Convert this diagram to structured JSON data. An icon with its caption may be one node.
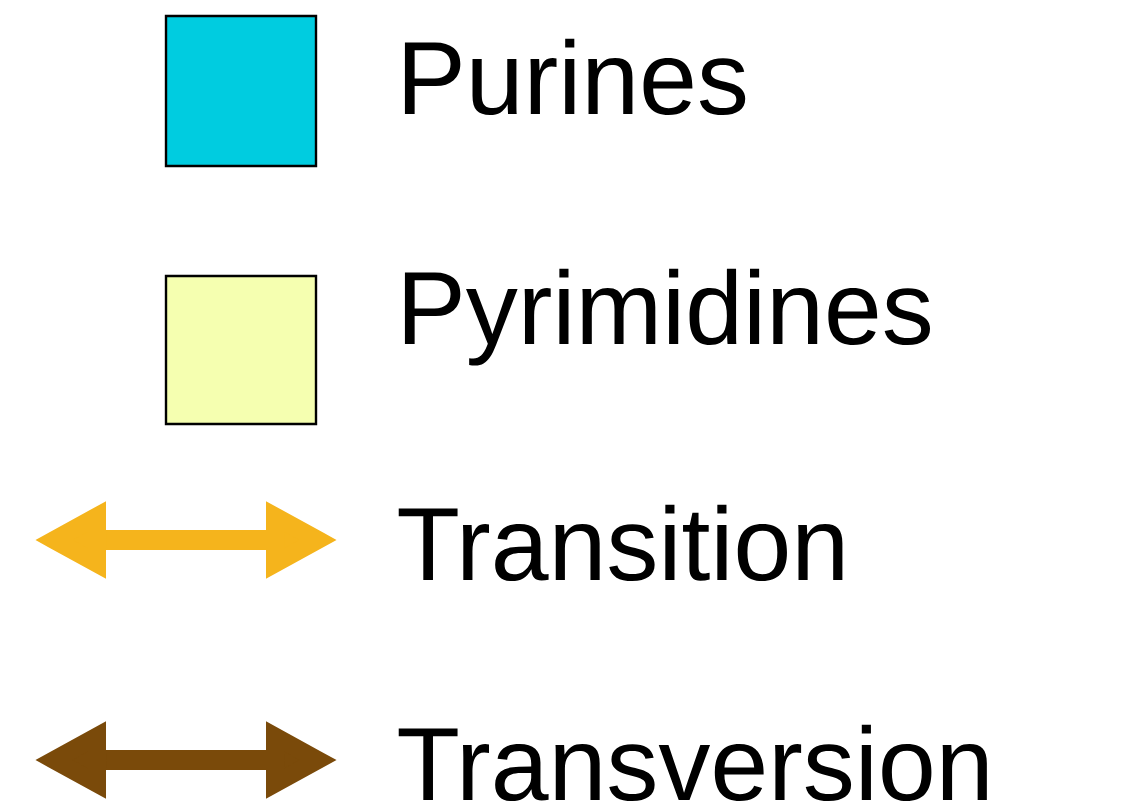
{
  "diagram": {
    "legend": [
      {
        "text": "Purines",
        "color": "#00cce0"
      },
      {
        "text": "Pyrimidines",
        "color": "#f5ffb0"
      },
      {
        "text": "Transition"
      },
      {
        "text": "Transversion"
      }
    ]
  }
}
